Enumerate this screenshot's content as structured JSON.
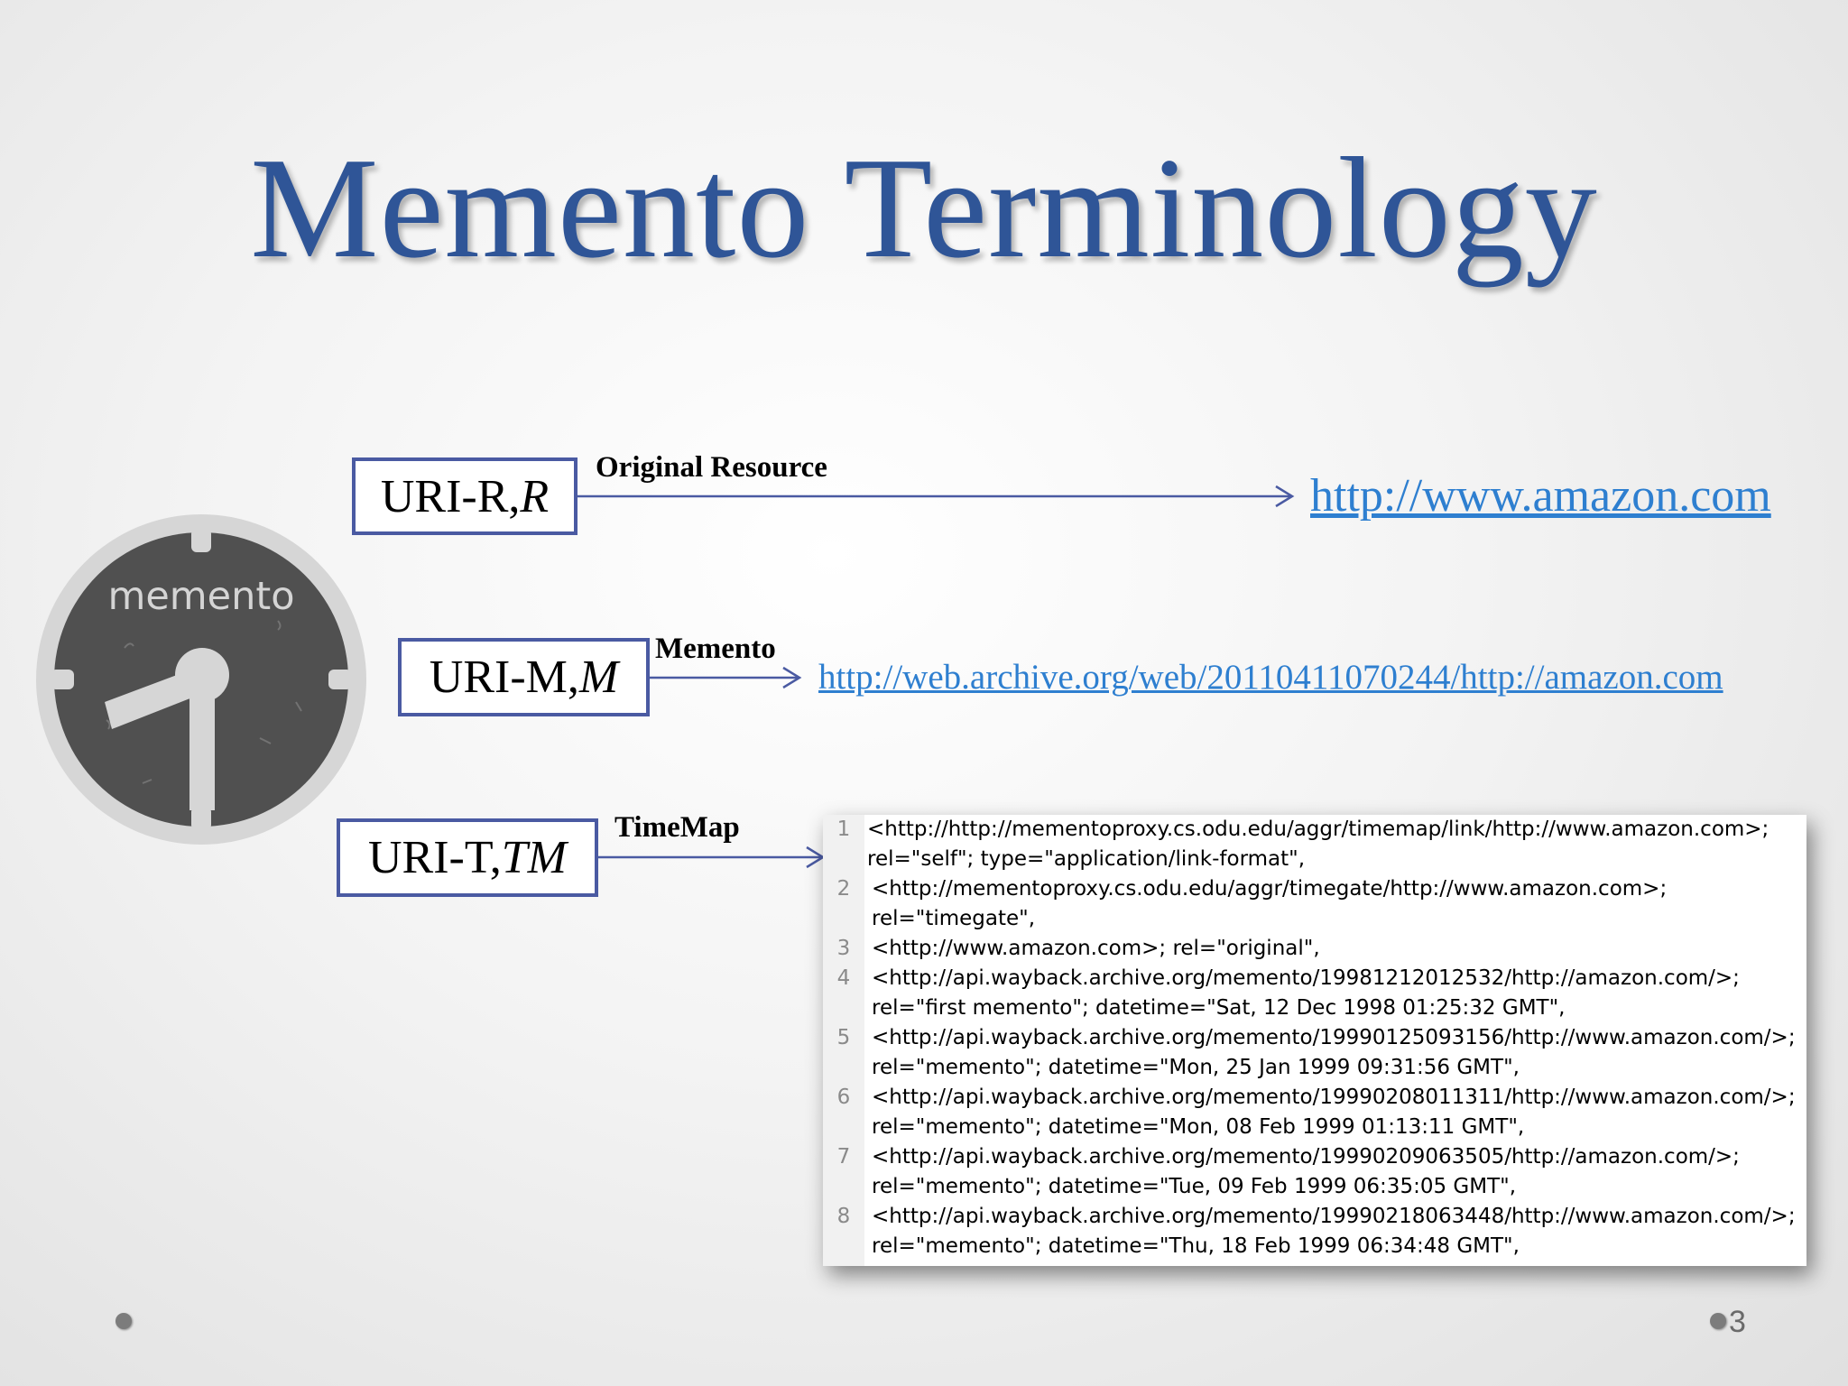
{
  "slide": {
    "title": "Memento Terminology",
    "page_number": "3"
  },
  "logo": {
    "text": "memento",
    "icon": "memento-clock-logo"
  },
  "rows": [
    {
      "box_label": "URI-R, ",
      "box_var": "R",
      "arrow_label": "Original Resource",
      "target": "http://www.amazon.com"
    },
    {
      "box_label": "URI-M, ",
      "box_var": "M",
      "arrow_label": "Memento",
      "target": "http://web.archive.org/web/20110411070244/http://amazon.com"
    },
    {
      "box_label": "URI-T, ",
      "box_var": "TM",
      "arrow_label": "TimeMap"
    }
  ],
  "timemap": {
    "lines": [
      {
        "num": "1",
        "text": "<http://http://mementoproxy.cs.odu.edu/aggr/timemap/link/http://www.amazon.com>;"
      },
      {
        "num": "",
        "text": "rel=\"self\"; type=\"application/link-format\","
      },
      {
        "num": "2",
        "text": "<http://mementoproxy.cs.odu.edu/aggr/timegate/http://www.amazon.com>;"
      },
      {
        "num": "",
        "text": "rel=\"timegate\","
      },
      {
        "num": "3",
        "text": "<http://www.amazon.com>; rel=\"original\","
      },
      {
        "num": "4",
        "text": "<http://api.wayback.archive.org/memento/19981212012532/http://amazon.com/>;"
      },
      {
        "num": "",
        "text": "rel=\"first memento\"; datetime=\"Sat, 12 Dec 1998 01:25:32 GMT\","
      },
      {
        "num": "5",
        "text": "<http://api.wayback.archive.org/memento/19990125093156/http://www.amazon.com/>;"
      },
      {
        "num": "",
        "text": "rel=\"memento\"; datetime=\"Mon, 25 Jan 1999 09:31:56 GMT\","
      },
      {
        "num": "6",
        "text": "<http://api.wayback.archive.org/memento/19990208011311/http://www.amazon.com/>;"
      },
      {
        "num": "",
        "text": "rel=\"memento\"; datetime=\"Mon, 08 Feb 1999 01:13:11 GMT\","
      },
      {
        "num": "7",
        "text": "<http://api.wayback.archive.org/memento/19990209063505/http://amazon.com/>;"
      },
      {
        "num": "",
        "text": "rel=\"memento\"; datetime=\"Tue, 09 Feb 1999 06:35:05 GMT\","
      },
      {
        "num": "8",
        "text": "<http://api.wayback.archive.org/memento/19990218063448/http://www.amazon.com/>;"
      },
      {
        "num": "",
        "text": "rel=\"memento\"; datetime=\"Thu, 18 Feb 1999 06:34:48 GMT\","
      }
    ]
  },
  "colors": {
    "title": "#2f5597",
    "box_border": "#4a5aa2",
    "arrow": "#4a5aa2",
    "link": "#2e7fd0"
  }
}
